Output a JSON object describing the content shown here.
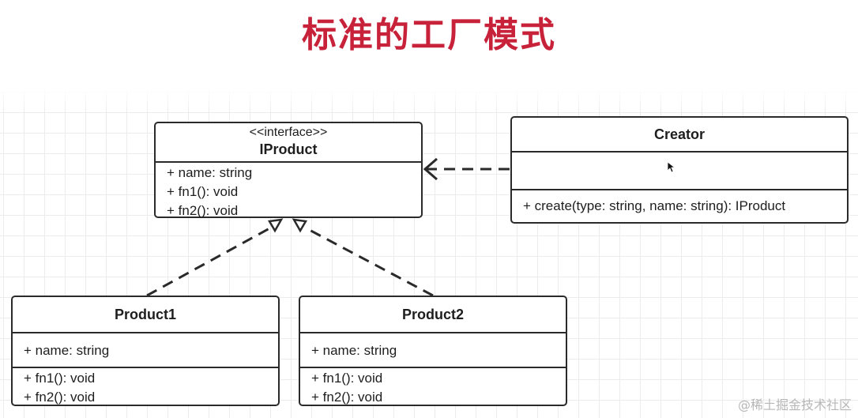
{
  "title": "标准的工厂模式",
  "iproduct": {
    "stereotype": "<<interface>>",
    "name": "IProduct",
    "members": [
      "+ name: string",
      "+ fn1(): void",
      "+ fn2(): void"
    ]
  },
  "creator": {
    "name": "Creator",
    "methods": [
      "+ create(type: string, name: string): IProduct"
    ]
  },
  "product1": {
    "name": "Product1",
    "attributes": [
      "+ name: string"
    ],
    "methods": [
      "+ fn1(): void",
      "+ fn2(): void"
    ]
  },
  "product2": {
    "name": "Product2",
    "attributes": [
      "+ name: string"
    ],
    "methods": [
      "+ fn1(): void",
      "+ fn2(): void"
    ]
  },
  "watermark": "@稀土掘金技术社区",
  "colors": {
    "title": "#c8213a",
    "line": "#2a2a2a",
    "grid": "#ececec"
  }
}
